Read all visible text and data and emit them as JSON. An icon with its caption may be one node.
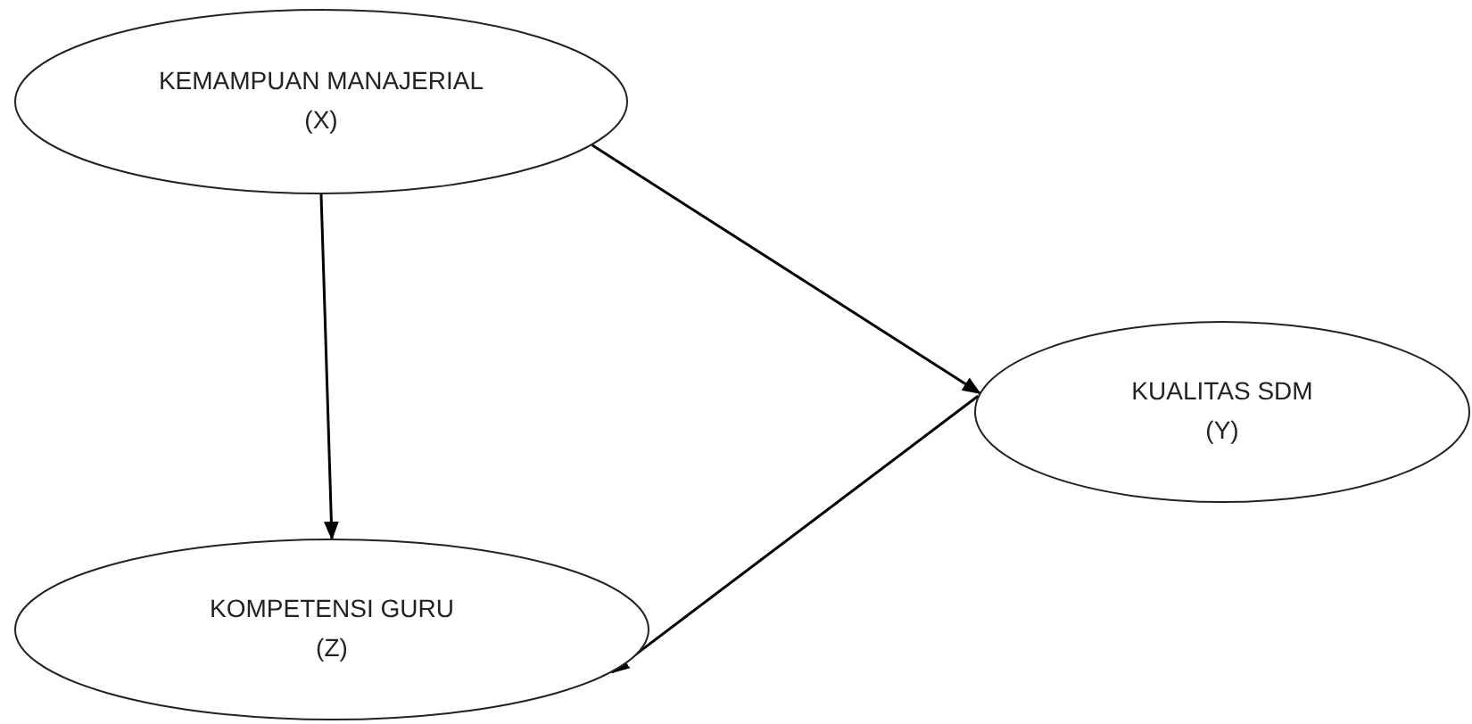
{
  "diagram": {
    "nodes": [
      {
        "text": [
          "KEMAMPUAN MANAJERIAL",
          "(X)"
        ]
      },
      {
        "text": [
          "KUALITAS SDM",
          "(Y)"
        ]
      },
      {
        "text": [
          "KOMPETENSI GURU",
          "(Z)"
        ]
      }
    ],
    "edges": [
      {
        "from": 0,
        "to": 2,
        "arrow": "to"
      },
      {
        "from": 0,
        "to": 1,
        "arrow": "to"
      },
      {
        "from": 1,
        "to": 2,
        "arrow": "to"
      }
    ]
  }
}
